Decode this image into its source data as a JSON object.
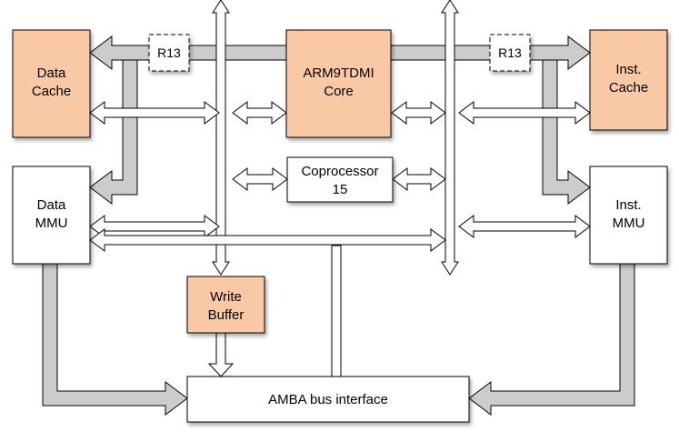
{
  "colors": {
    "highlight": "#f9c9a5",
    "plain": "#ffffff",
    "gray_path": "#cccccc",
    "outline": "#000000"
  },
  "blocks": {
    "data_cache": {
      "lines": [
        "Data",
        "Cache"
      ]
    },
    "core": {
      "lines": [
        "ARM9TDMI",
        "Core"
      ]
    },
    "inst_cache": {
      "lines": [
        "Inst.",
        "Cache"
      ]
    },
    "data_mmu": {
      "lines": [
        "Data",
        "MMU"
      ]
    },
    "coprocessor": {
      "lines": [
        "Coprocessor",
        "15"
      ]
    },
    "inst_mmu": {
      "lines": [
        "Inst.",
        "MMU"
      ]
    },
    "write_buffer": {
      "lines": [
        "Write",
        "Buffer"
      ]
    },
    "amba": {
      "lines": [
        "AMBA bus interface"
      ]
    }
  },
  "registers": {
    "left": "R13",
    "right": "R13"
  }
}
